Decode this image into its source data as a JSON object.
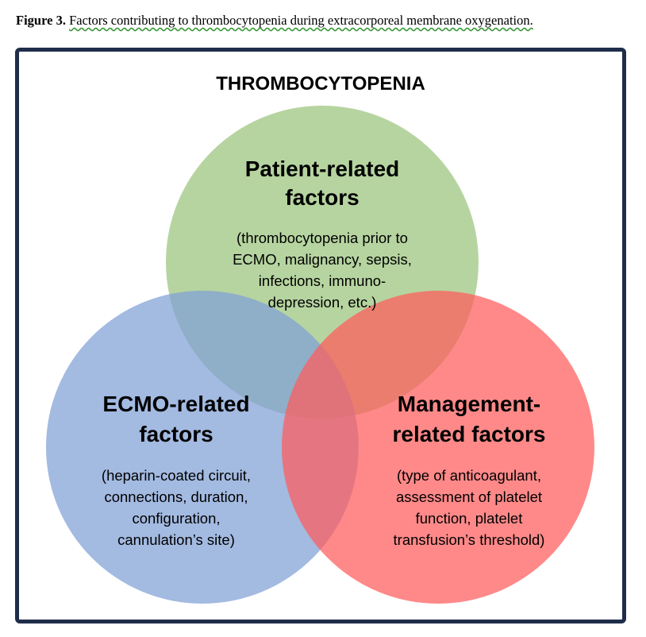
{
  "caption": {
    "label": "Figure 3.",
    "text": "Factors contributing to thrombocytopenia during extracorporeal membrane oxygenation."
  },
  "diagram": {
    "title": "THROMBOCYTOPENIA",
    "circles": [
      {
        "id": "patient",
        "color": "#a9cc8f",
        "heading": [
          "Patient-related",
          "factors"
        ],
        "detail": [
          "(thrombocytopenia prior to",
          "ECMO, malignancy, sepsis,",
          "infections, immuno-",
          "depression, etc.)"
        ]
      },
      {
        "id": "ecmo",
        "color": "#8fabd9",
        "heading": [
          "ECMO-related",
          "factors"
        ],
        "detail": [
          "(heparin-coated circuit,",
          "connections, duration,",
          "configuration,",
          "cannulation’s site)"
        ]
      },
      {
        "id": "management",
        "color": "#ff6b6b",
        "heading": [
          "Management-",
          "related factors"
        ],
        "detail": [
          "(type of anticoagulant,",
          "assessment of platelet",
          "function, platelet",
          "transfusion’s threshold)"
        ]
      }
    ]
  }
}
